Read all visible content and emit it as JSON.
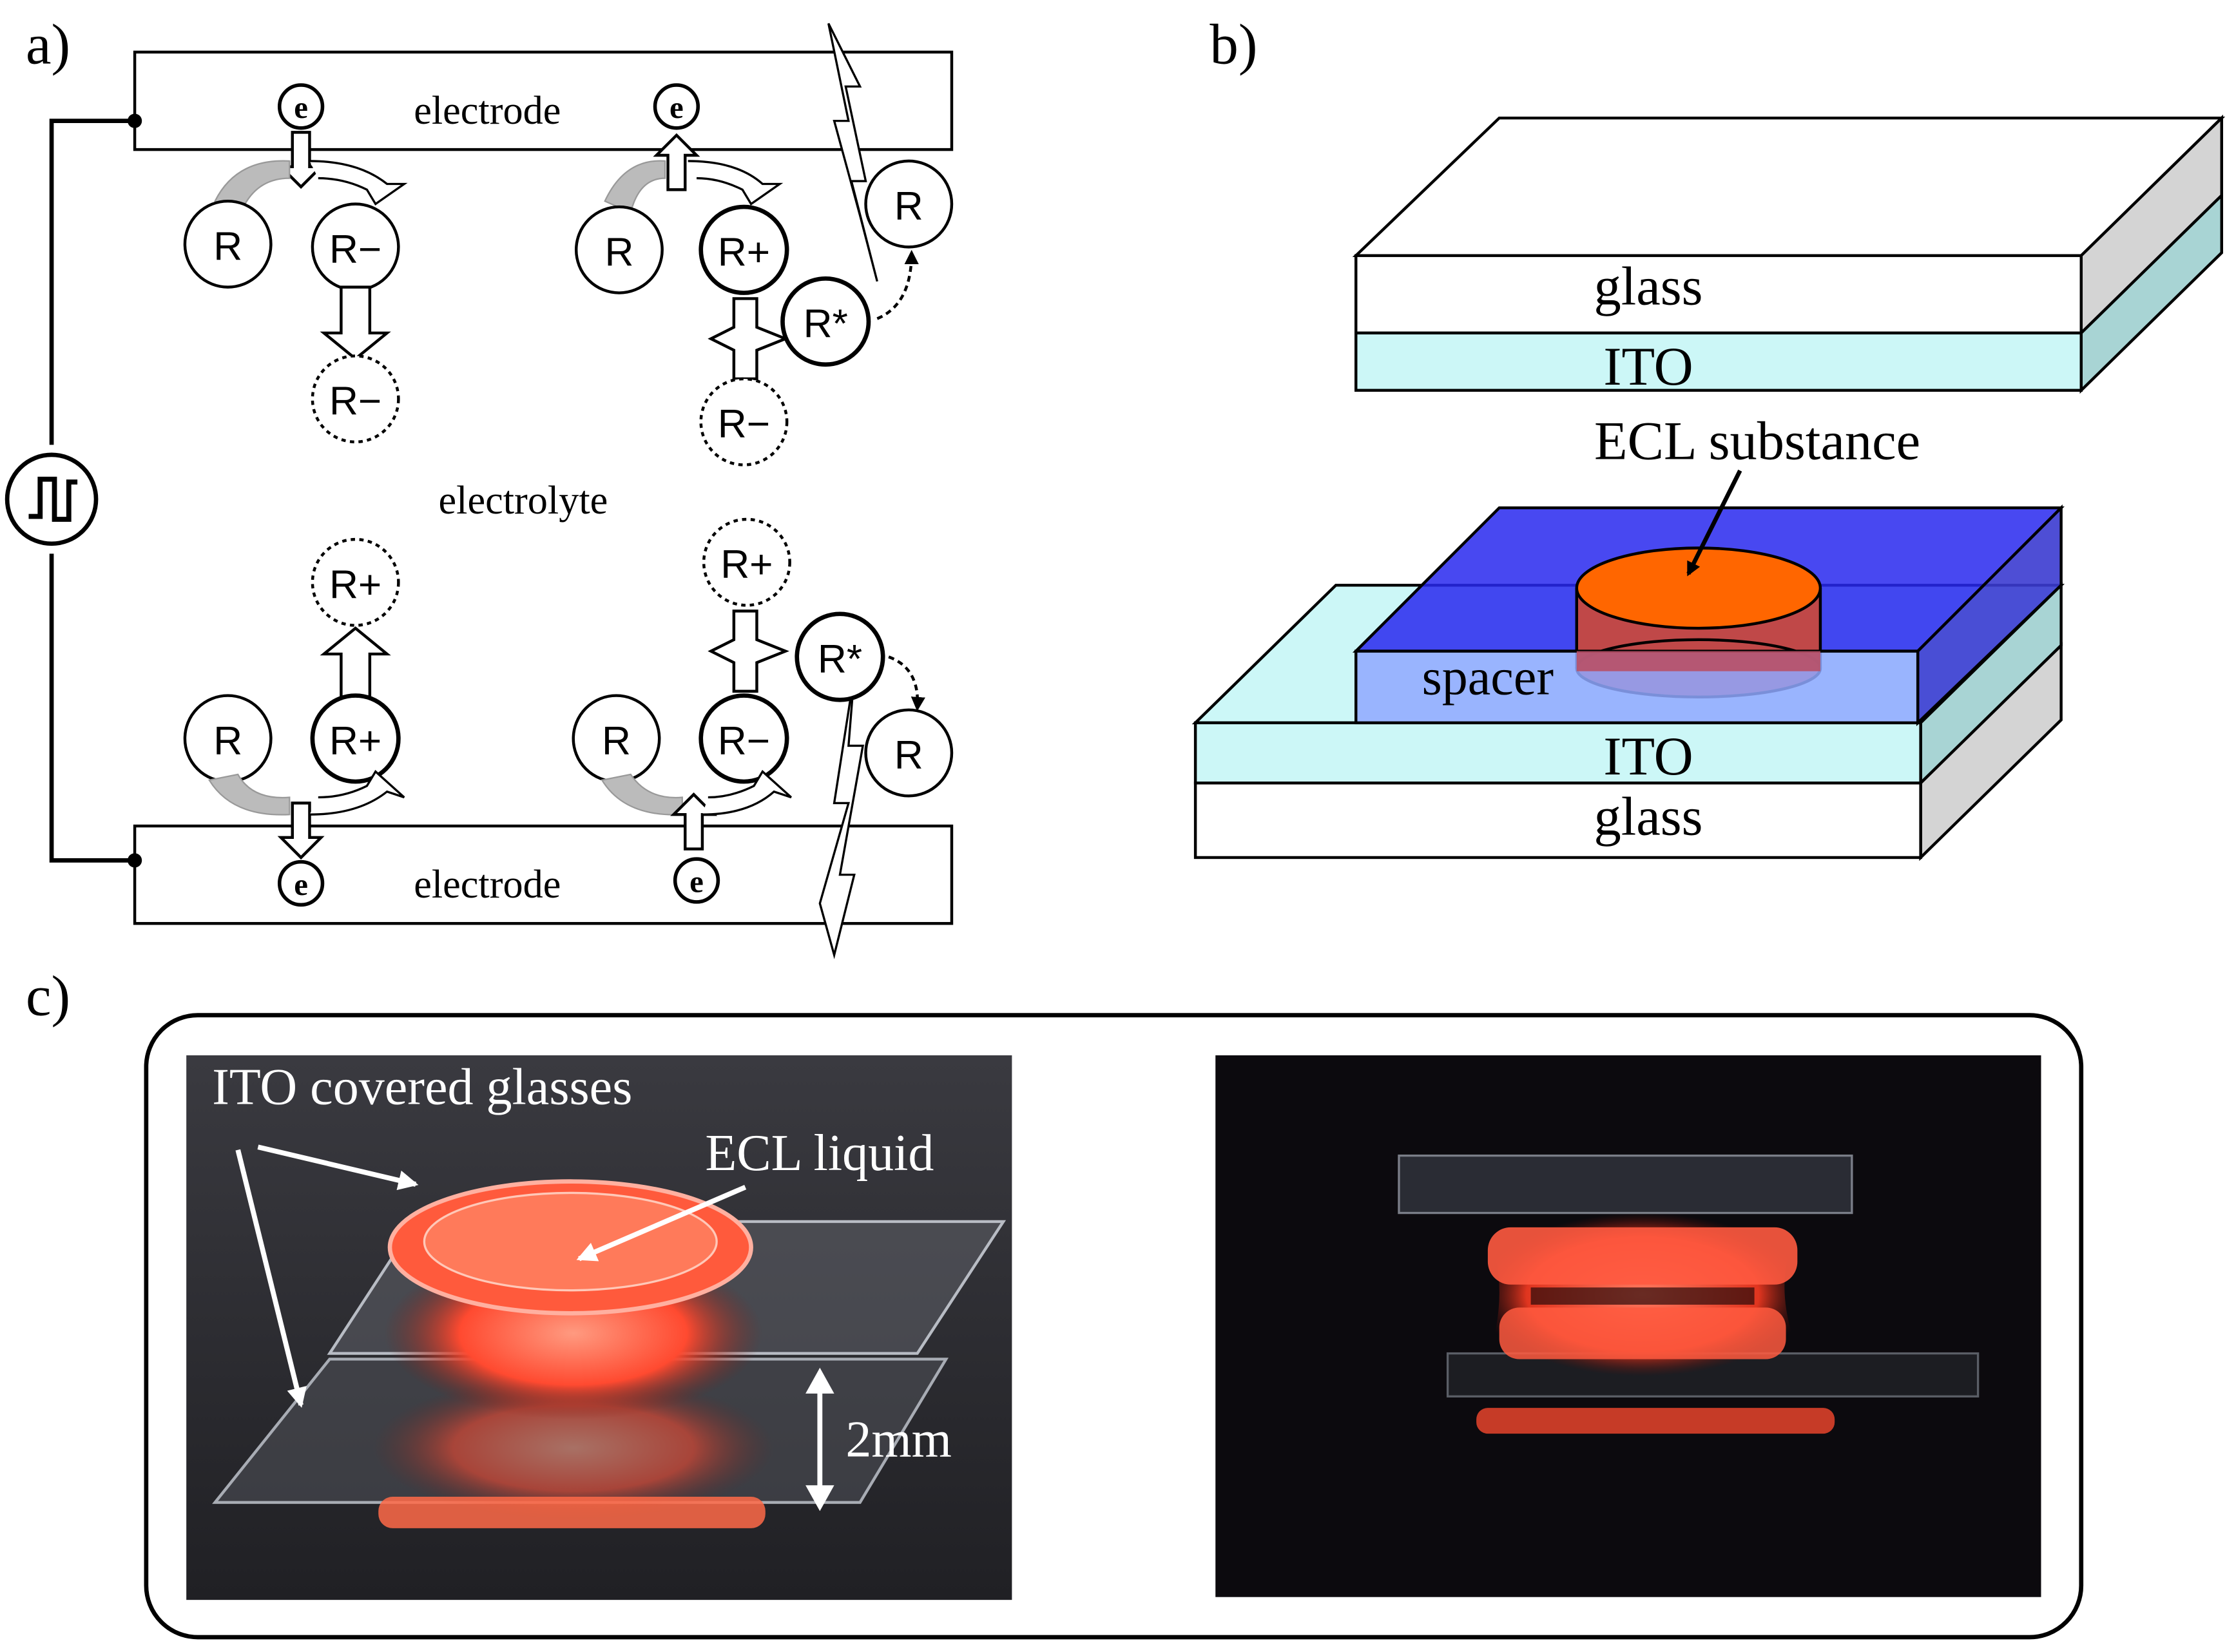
{
  "panel_labels": {
    "a": "a)",
    "b": "b)",
    "c": "c)"
  },
  "panel_a": {
    "electrode_top": "electrode",
    "electrode_bottom": "electrode",
    "electrolyte": "electrolyte",
    "electron": "e",
    "species": {
      "R": "R",
      "R_minus": "R−",
      "R_plus": "R+",
      "R_star": "R*"
    }
  },
  "panel_b": {
    "top_glass": "glass",
    "top_ito": "ITO",
    "ecl_substance": "ECL substance",
    "spacer": "spacer",
    "bottom_ito": "ITO",
    "bottom_glass": "glass",
    "colors": {
      "ito": "#ccf7f7",
      "spacer": "#4d66ff",
      "ecl_top": "#ff6600",
      "ecl_side": "#c04848"
    }
  },
  "panel_c": {
    "ito_glasses": "ITO covered glasses",
    "ecl_liquid": "ECL liquid",
    "gap": "2mm"
  }
}
